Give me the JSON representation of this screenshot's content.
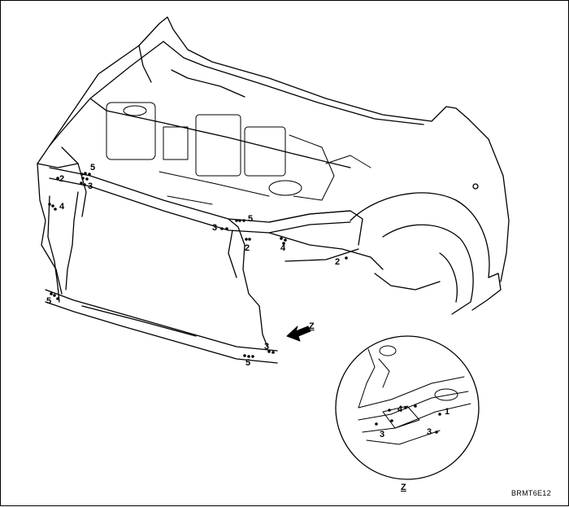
{
  "callouts": {
    "c1": "5",
    "c2": "3",
    "c3": "2",
    "c4": "4",
    "c5": "3",
    "c6": "5",
    "c7": "2",
    "c8": "4",
    "c9": "2",
    "c10": "5",
    "c11": "3",
    "c12": "5",
    "z1": "4",
    "z2": "1",
    "z3": "3",
    "z4": "3"
  },
  "view_arrow_label": "Z",
  "inset_caption": "Z",
  "figure_code": "BRMT6E12"
}
